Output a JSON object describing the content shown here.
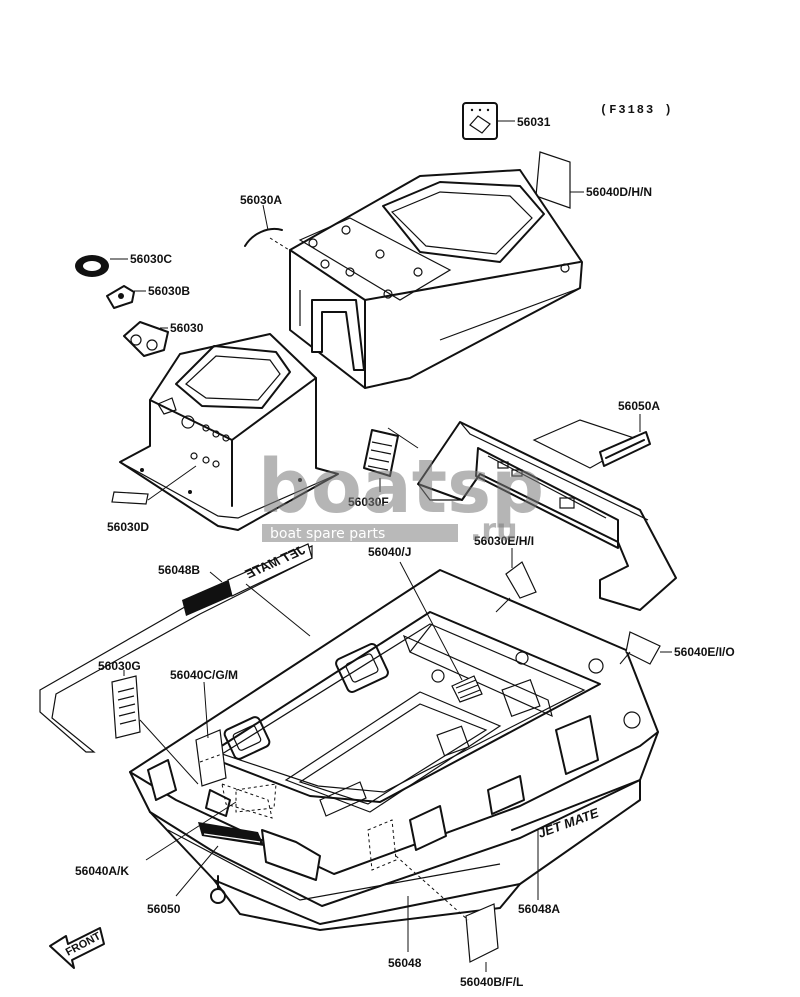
{
  "figure_code": "(F3183 )",
  "parts": {
    "p56031": "56031",
    "p56040DHN": "56040D/H/N",
    "p56030A": "56030A",
    "p56030C": "56030C",
    "p56030B": "56030B",
    "p56030": "56030",
    "p56050A": "56050A",
    "p56030F": "56030F",
    "p56030D": "56030D",
    "p56040J": "56040/J",
    "p56030EHI": "56030E/H/I",
    "p56048B": "56048B",
    "p56040EIO": "56040E/I/O",
    "p56030G": "56030G",
    "p56040CGM": "56040C/G/M",
    "p56040AK": "56040A/K",
    "p56050": "56050",
    "p56048A": "56048A",
    "p56048": "56048",
    "p56040BFL": "56040B/F/L"
  },
  "decals": {
    "jet_mate_side": "JET MATE",
    "jet_mate_stripe": "JET MATE"
  },
  "front_arrow": "FRONT",
  "watermark": {
    "brand": "boatsp",
    "suffix": ".ru",
    "tagline": "boat spare parts"
  }
}
